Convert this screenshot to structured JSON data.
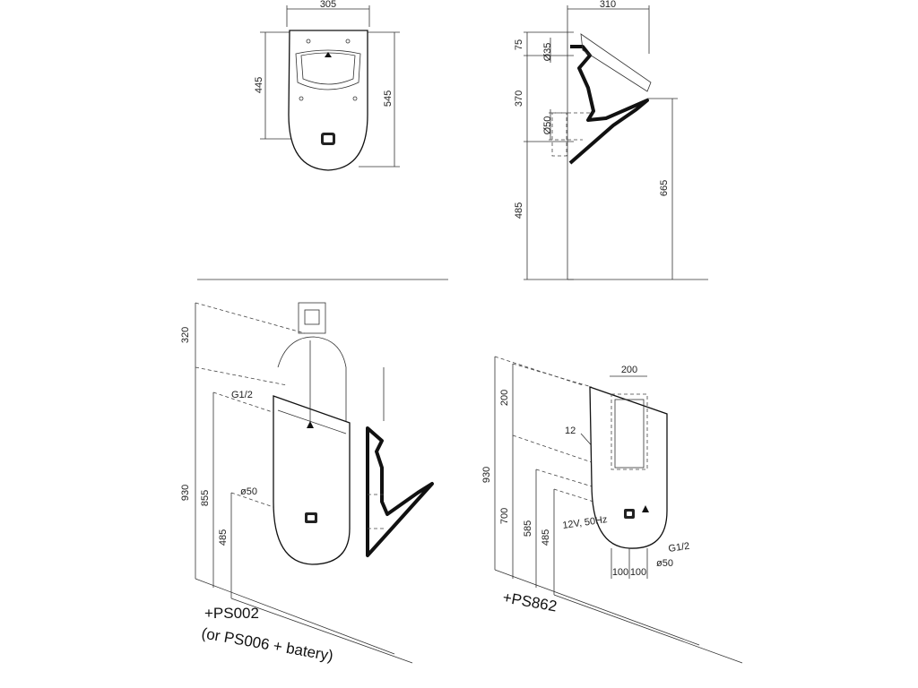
{
  "front_view": {
    "width": "305",
    "height_inner": "445",
    "height_outer": "545"
  },
  "side_view": {
    "depth": "310",
    "top_offset": "75",
    "inlet_diameter": "Ø35",
    "middle_height": "370",
    "outlet_diameter": "Ø50",
    "bottom_height": "485",
    "rim_height": "665"
  },
  "iso_left": {
    "dim_top": "320",
    "dim_total": "930",
    "dim_inlet": "855",
    "dim_outlet": "485",
    "label_inlet": "G1/2",
    "label_outlet": "ø50",
    "kit_line1": "+PS002",
    "kit_line2": "(or PS006 + batery)"
  },
  "iso_right": {
    "dim_top": "200",
    "dim_total": "930",
    "dim_mid": "700",
    "dim_inlet": "585",
    "dim_outlet": "485",
    "box_width": "200",
    "box_depth": "12",
    "power": "12V, 50Hz",
    "label_inlet": "G1/2",
    "label_outlet": "ø50",
    "offset_left": "100",
    "offset_right": "100",
    "kit_line1": "+PS862"
  }
}
